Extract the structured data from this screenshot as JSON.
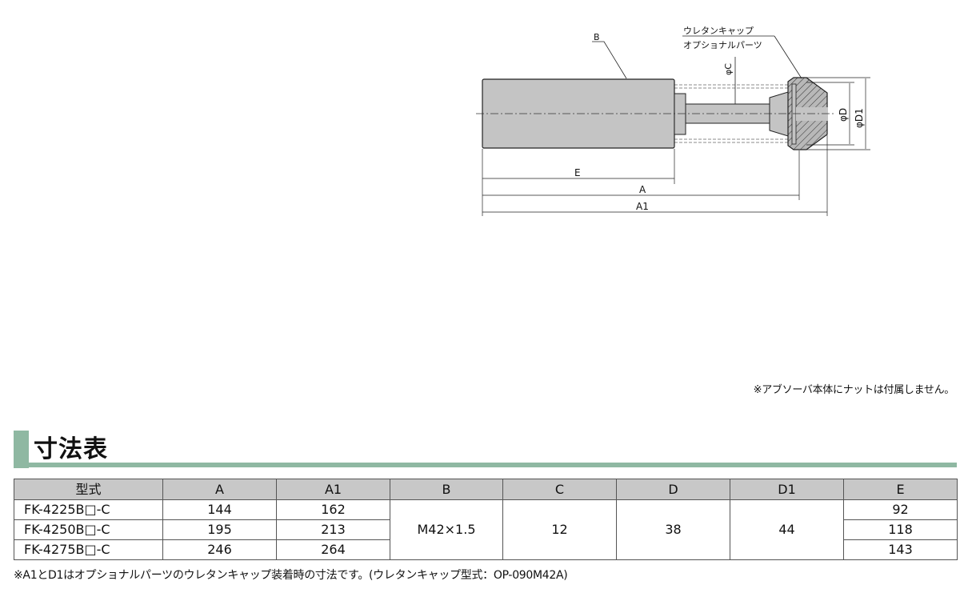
{
  "drawing": {
    "labels": {
      "B": "B",
      "phiC": "φC",
      "phiD": "φD",
      "phiD1": "φD1",
      "E": "E",
      "A": "A",
      "A1": "A1",
      "cap_line1": "ウレタンキャップ",
      "cap_line2": "オプショナルパーツ"
    }
  },
  "notes": {
    "top": "※アブソーバ本体にナットは付属しません。",
    "bottom": "※A1とD1はオプショナルパーツのウレタンキャップ装着時の寸法です。(ウレタンキャップ型式：OP-090M42A)"
  },
  "section": {
    "title": "寸法表",
    "accent_color": "#8fb8a2"
  },
  "table": {
    "headers": [
      "型式",
      "A",
      "A1",
      "B",
      "C",
      "D",
      "D1",
      "E"
    ],
    "rows": [
      {
        "model": "FK-4225B□-C",
        "A": "144",
        "A1": "162",
        "E": "92"
      },
      {
        "model": "FK-4250B□-C",
        "A": "195",
        "A1": "213",
        "E": "118"
      },
      {
        "model": "FK-4275B□-C",
        "A": "246",
        "A1": "264",
        "E": "143"
      }
    ],
    "shared": {
      "B": "M42×1.5",
      "C": "12",
      "D": "38",
      "D1": "44"
    }
  }
}
